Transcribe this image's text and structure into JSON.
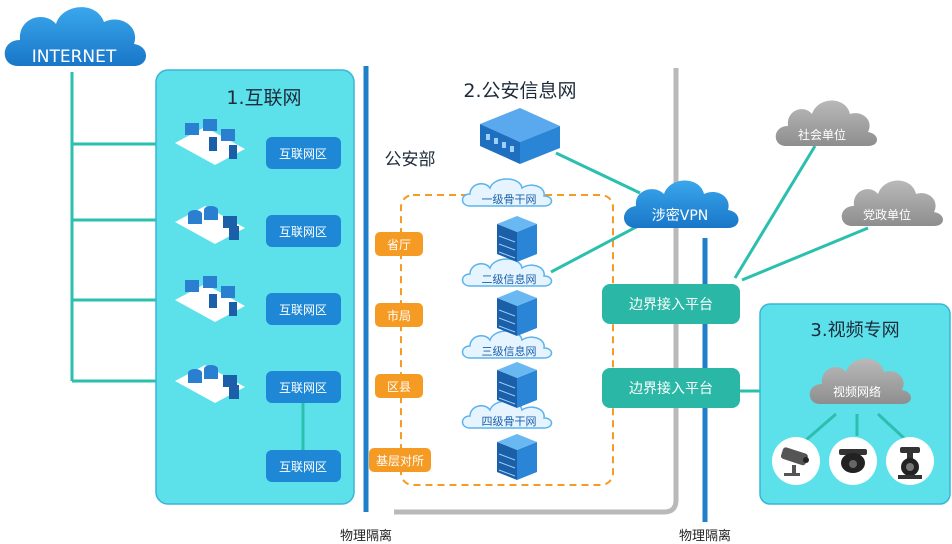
{
  "internet": {
    "label": "INTERNET"
  },
  "internet_zone": {
    "title": "1.互联网",
    "nodes": [
      "互联网区",
      "互联网区",
      "互联网区",
      "互联网区",
      "互联网区"
    ]
  },
  "public_security_net": {
    "title": "2.公安信息网",
    "hq_label": "公安部",
    "levels": [
      "省厅",
      "市局",
      "区县",
      "基层对所"
    ],
    "clouds": [
      "一级骨干网",
      "二级信息网",
      "三级信息网",
      "四级骨干网"
    ]
  },
  "vpn": {
    "label": "涉密VPN"
  },
  "border_platforms": [
    "边界接入平台",
    "边界接入平台"
  ],
  "external_units": [
    "社会单位",
    "党政单位"
  ],
  "video_net": {
    "title": "3.视频专网",
    "network_label": "视频网络",
    "cameras": [
      "bullet-camera-icon",
      "dome-camera-icon",
      "ptz-camera-icon"
    ]
  },
  "isolation_labels": [
    "物理隔离",
    "物理隔离"
  ],
  "colors": {
    "zone_fill": "#5ce0ea",
    "node_blue": "#1e88d6",
    "teal_line": "#2bbfae",
    "level_orange": "#f59a23",
    "divider_blue": "#1f7fc9",
    "divider_grey": "#b9b9b9",
    "platform_teal": "#2ab7a6"
  }
}
